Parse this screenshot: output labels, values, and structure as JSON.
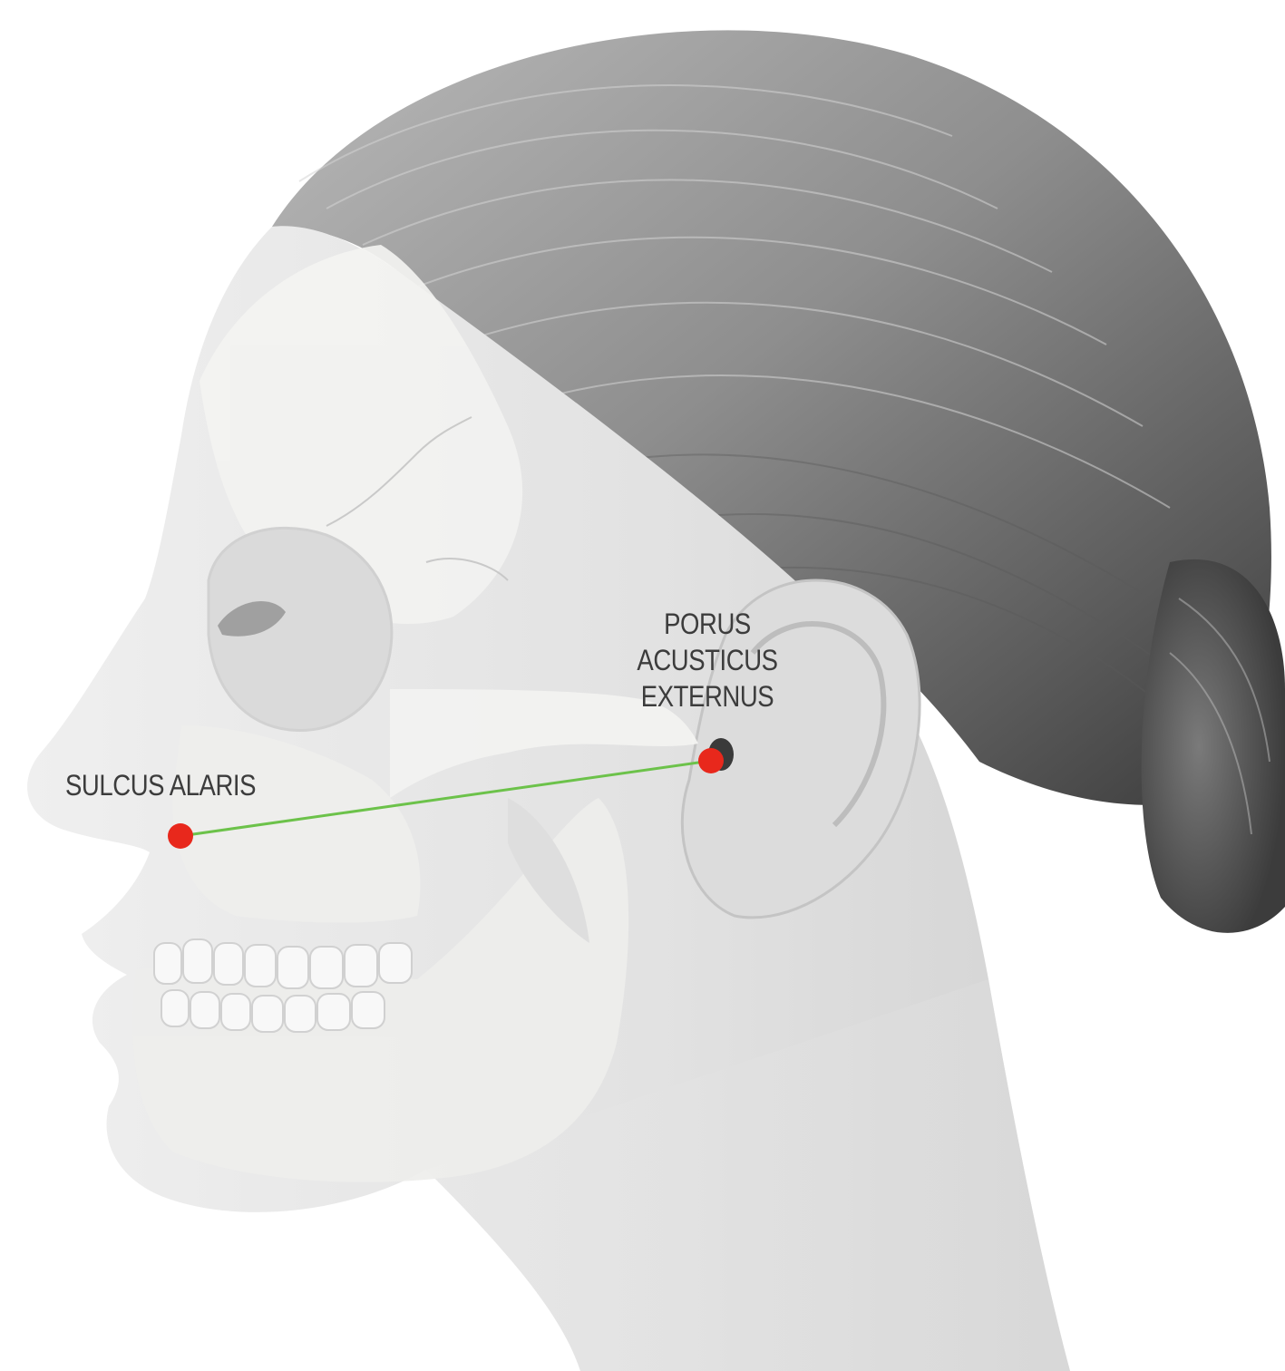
{
  "colors": {
    "background": "#ffffff",
    "hair": "#8a8a8a",
    "hair_dark": "#4a4a4a",
    "skin": "#e6e6e6",
    "bone": "#f2f2f0",
    "landmark_point": "#e8281c",
    "reference_line": "#6cc24a",
    "label_text": "#3c3c3c"
  },
  "illustration": {
    "subject": "head-profile-with-skull-overlay"
  },
  "landmarks": {
    "sulcus_alaris": {
      "label": "SULCUS ALARIS"
    },
    "porus_acusticus_externus": {
      "label_lines": [
        "PORUS",
        "ACUSTICUS",
        "EXTERNUS"
      ]
    }
  },
  "reference_line": {
    "from": "sulcus_alaris",
    "to": "porus_acusticus_externus"
  }
}
